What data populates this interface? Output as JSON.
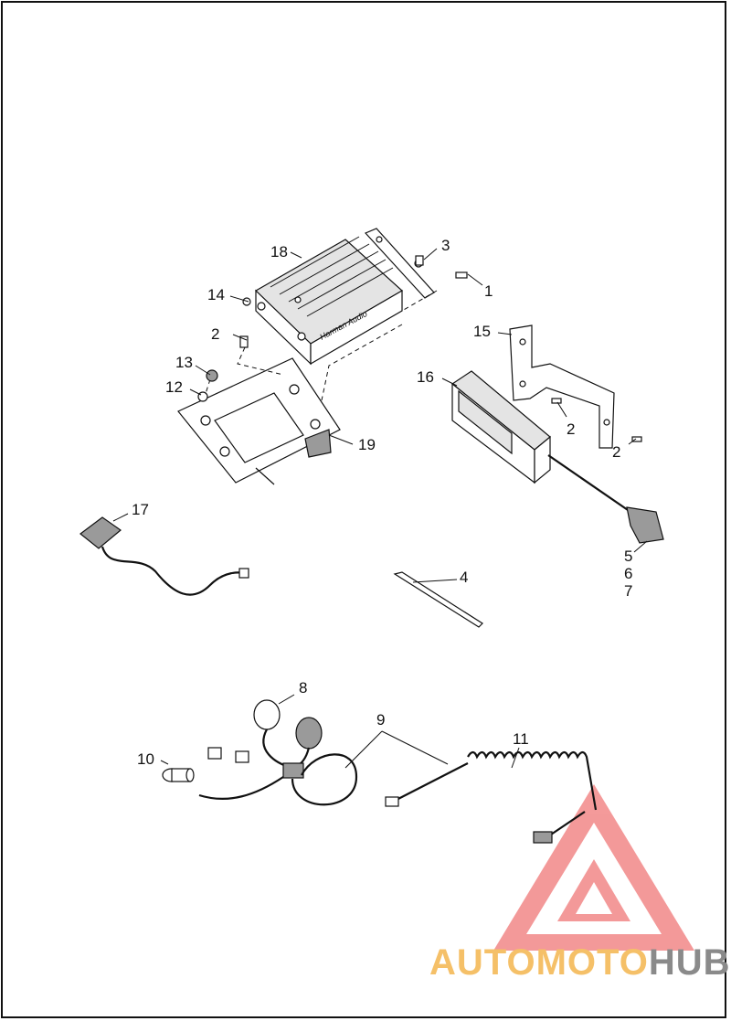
{
  "callouts": {
    "c1": "1",
    "c2a": "2",
    "c2b": "2",
    "c2c": "2",
    "c3": "3",
    "c4": "4",
    "c5": "5",
    "c6": "6",
    "c7": "7",
    "c8": "8",
    "c9": "9",
    "c10": "10",
    "c11": "11",
    "c12": "12",
    "c13": "13",
    "c14": "14",
    "c15": "15",
    "c16": "16",
    "c17": "17",
    "c18": "18",
    "c19": "19"
  },
  "watermark": {
    "part1": "AUTO",
    "part2": "MOTO",
    "part3": "HUB",
    "color_auto": "#f5c068",
    "color_moto": "#f5c068",
    "color_hub": "#8a8a8a",
    "triangle_color": "#e8474a"
  }
}
